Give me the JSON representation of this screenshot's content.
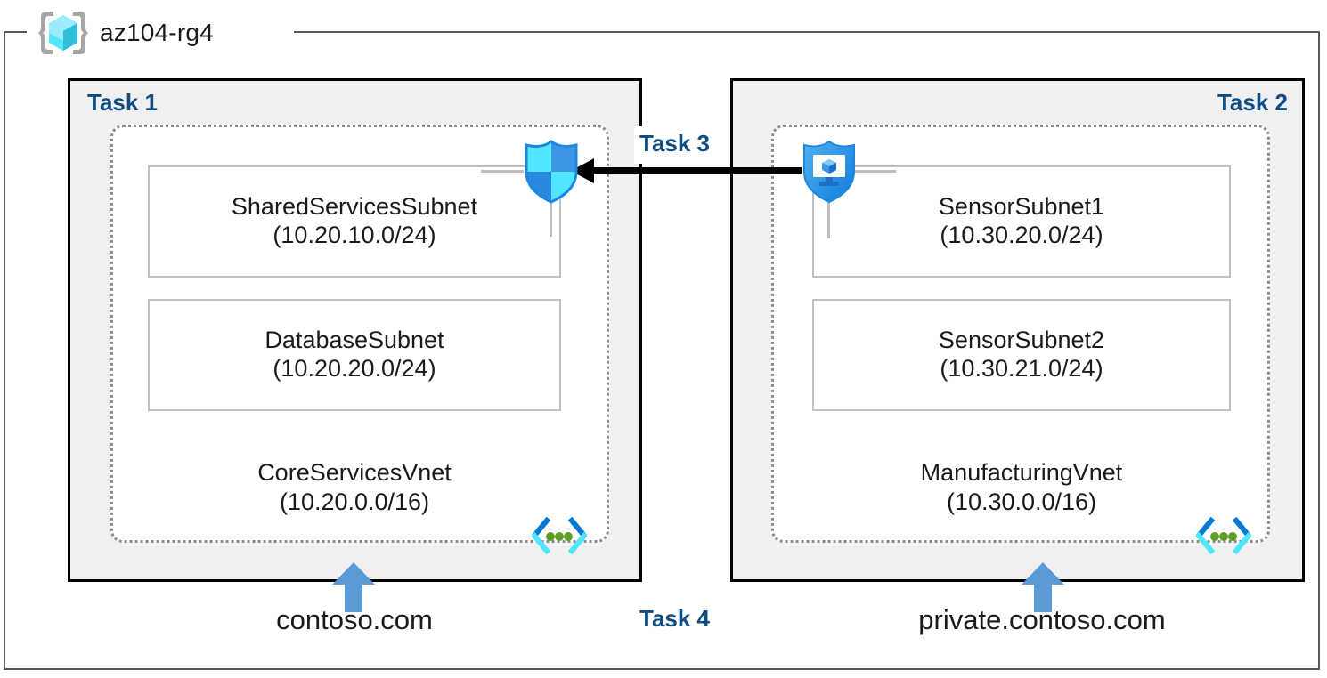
{
  "resource_group": {
    "name": "az104-rg4",
    "icon": "azure-resource-group-cube-icon"
  },
  "panels": [
    {
      "id": "task-1",
      "label": "Task 1",
      "label_align": "left",
      "vnet": {
        "name": "CoreServicesVnet",
        "cidr": "(10.20.0.0/16)",
        "icon": "azure-virtual-network-icon"
      },
      "subnets": [
        {
          "name": "SharedServicesSubnet",
          "cidr": "(10.20.10.0/24)"
        },
        {
          "name": "DatabaseSubnet",
          "cidr": "(10.20.20.0/24)"
        }
      ],
      "dns_zone": "contoso.com"
    },
    {
      "id": "task-2",
      "label": "Task 2",
      "label_align": "right",
      "vnet": {
        "name": "ManufacturingVnet",
        "cidr": "(10.30.0.0/16)",
        "icon": "azure-virtual-network-icon"
      },
      "subnets": [
        {
          "name": "SensorSubnet1",
          "cidr": "(10.30.20.0/24)"
        },
        {
          "name": "SensorSubnet2",
          "cidr": "(10.30.21.0/24)"
        }
      ],
      "dns_zone": "private.contoso.com"
    }
  ],
  "connection": {
    "label": "Task 3",
    "direction": "right-to-left",
    "source_icon": "shield-vm-icon",
    "target_icon": "network-security-group-shield-icon"
  },
  "dns_task": {
    "label": "Task 4"
  },
  "colors": {
    "task_label": "#0f4c81",
    "panel_fill": "#f0f0f0",
    "panel_border": "#000000",
    "vnet_border": "#8c8c8c",
    "subnet_border": "#bfbfbf",
    "rg_border": "#595959",
    "arrow": "#000000",
    "dns_arrow": "#5b9bd5",
    "azure_cyan": "#50e6ff",
    "azure_blue": "#0078d4"
  }
}
